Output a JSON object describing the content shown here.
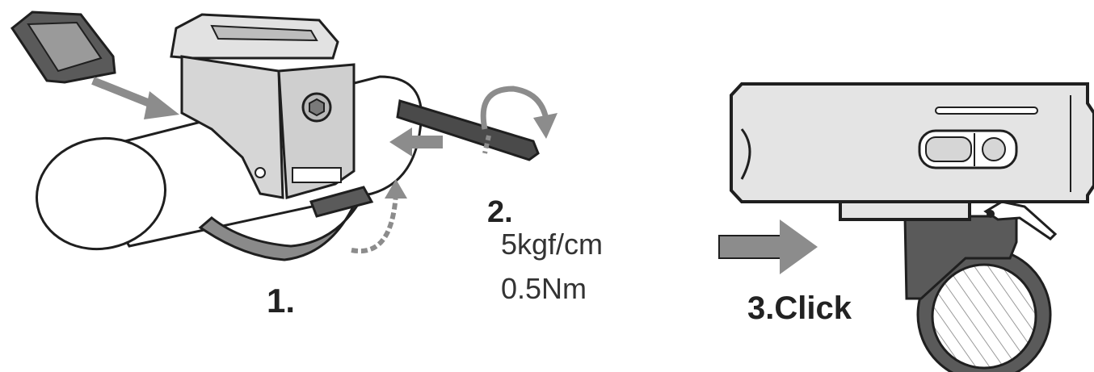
{
  "steps": {
    "step1_label": "1.",
    "step2_label": "2.",
    "torque_value_1": "5kgf/cm",
    "torque_value_2": "0.5Nm",
    "step3_label": "3.Click"
  },
  "colors": {
    "outline": "#1f1f1f",
    "body_gray": "#d6d6d6",
    "dark_gray": "#5a5a5a",
    "strap_gray": "#8a8a8a",
    "arrow_gray": "#8c8c8c",
    "light_fill": "#ffffff"
  },
  "icons": [
    "rubber-shim-icon",
    "mount-bracket-icon",
    "hex-key-icon",
    "rotate-arrow-icon",
    "handlebar-icon",
    "strap-icon",
    "bike-light-icon",
    "push-arrow-icon"
  ]
}
